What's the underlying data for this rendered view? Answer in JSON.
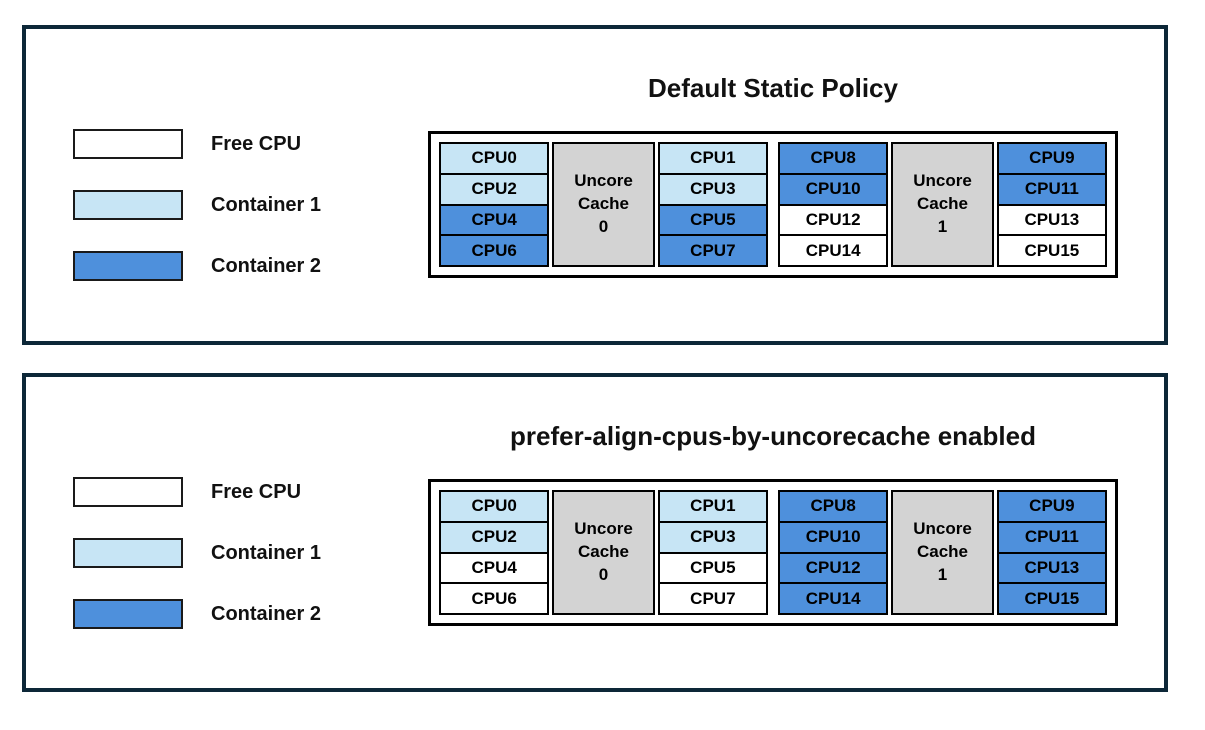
{
  "colors": {
    "free-cpu": "#ffffff",
    "container1": "#c7e5f5",
    "container2": "#4e90dc",
    "uncore-gray": "#d3d3d3",
    "panel-border": "#0d2738"
  },
  "legend": {
    "items": [
      {
        "label": "Free CPU",
        "state": "free"
      },
      {
        "label": "Container 1",
        "state": "container1"
      },
      {
        "label": "Container 2",
        "state": "container2"
      }
    ]
  },
  "panels": [
    {
      "title": "Default Static Policy",
      "groups": [
        {
          "cache_lines": [
            "Uncore",
            "Cache",
            "0"
          ],
          "left_cpus": [
            {
              "label": "CPU0",
              "state": "container1"
            },
            {
              "label": "CPU2",
              "state": "container1"
            },
            {
              "label": "CPU4",
              "state": "container2"
            },
            {
              "label": "CPU6",
              "state": "container2"
            }
          ],
          "right_cpus": [
            {
              "label": "CPU1",
              "state": "container1"
            },
            {
              "label": "CPU3",
              "state": "container1"
            },
            {
              "label": "CPU5",
              "state": "container2"
            },
            {
              "label": "CPU7",
              "state": "container2"
            }
          ]
        },
        {
          "cache_lines": [
            "Uncore",
            "Cache",
            "1"
          ],
          "left_cpus": [
            {
              "label": "CPU8",
              "state": "container2"
            },
            {
              "label": "CPU10",
              "state": "container2"
            },
            {
              "label": "CPU12",
              "state": "free"
            },
            {
              "label": "CPU14",
              "state": "free"
            }
          ],
          "right_cpus": [
            {
              "label": "CPU9",
              "state": "container2"
            },
            {
              "label": "CPU11",
              "state": "container2"
            },
            {
              "label": "CPU13",
              "state": "free"
            },
            {
              "label": "CPU15",
              "state": "free"
            }
          ]
        }
      ]
    },
    {
      "title": "prefer-align-cpus-by-uncorecache enabled",
      "groups": [
        {
          "cache_lines": [
            "Uncore",
            "Cache",
            "0"
          ],
          "left_cpus": [
            {
              "label": "CPU0",
              "state": "container1"
            },
            {
              "label": "CPU2",
              "state": "container1"
            },
            {
              "label": "CPU4",
              "state": "free"
            },
            {
              "label": "CPU6",
              "state": "free"
            }
          ],
          "right_cpus": [
            {
              "label": "CPU1",
              "state": "container1"
            },
            {
              "label": "CPU3",
              "state": "container1"
            },
            {
              "label": "CPU5",
              "state": "free"
            },
            {
              "label": "CPU7",
              "state": "free"
            }
          ]
        },
        {
          "cache_lines": [
            "Uncore",
            "Cache",
            "1"
          ],
          "left_cpus": [
            {
              "label": "CPU8",
              "state": "container2"
            },
            {
              "label": "CPU10",
              "state": "container2"
            },
            {
              "label": "CPU12",
              "state": "container2"
            },
            {
              "label": "CPU14",
              "state": "container2"
            }
          ],
          "right_cpus": [
            {
              "label": "CPU9",
              "state": "container2"
            },
            {
              "label": "CPU11",
              "state": "container2"
            },
            {
              "label": "CPU13",
              "state": "container2"
            },
            {
              "label": "CPU15",
              "state": "container2"
            }
          ]
        }
      ]
    }
  ]
}
